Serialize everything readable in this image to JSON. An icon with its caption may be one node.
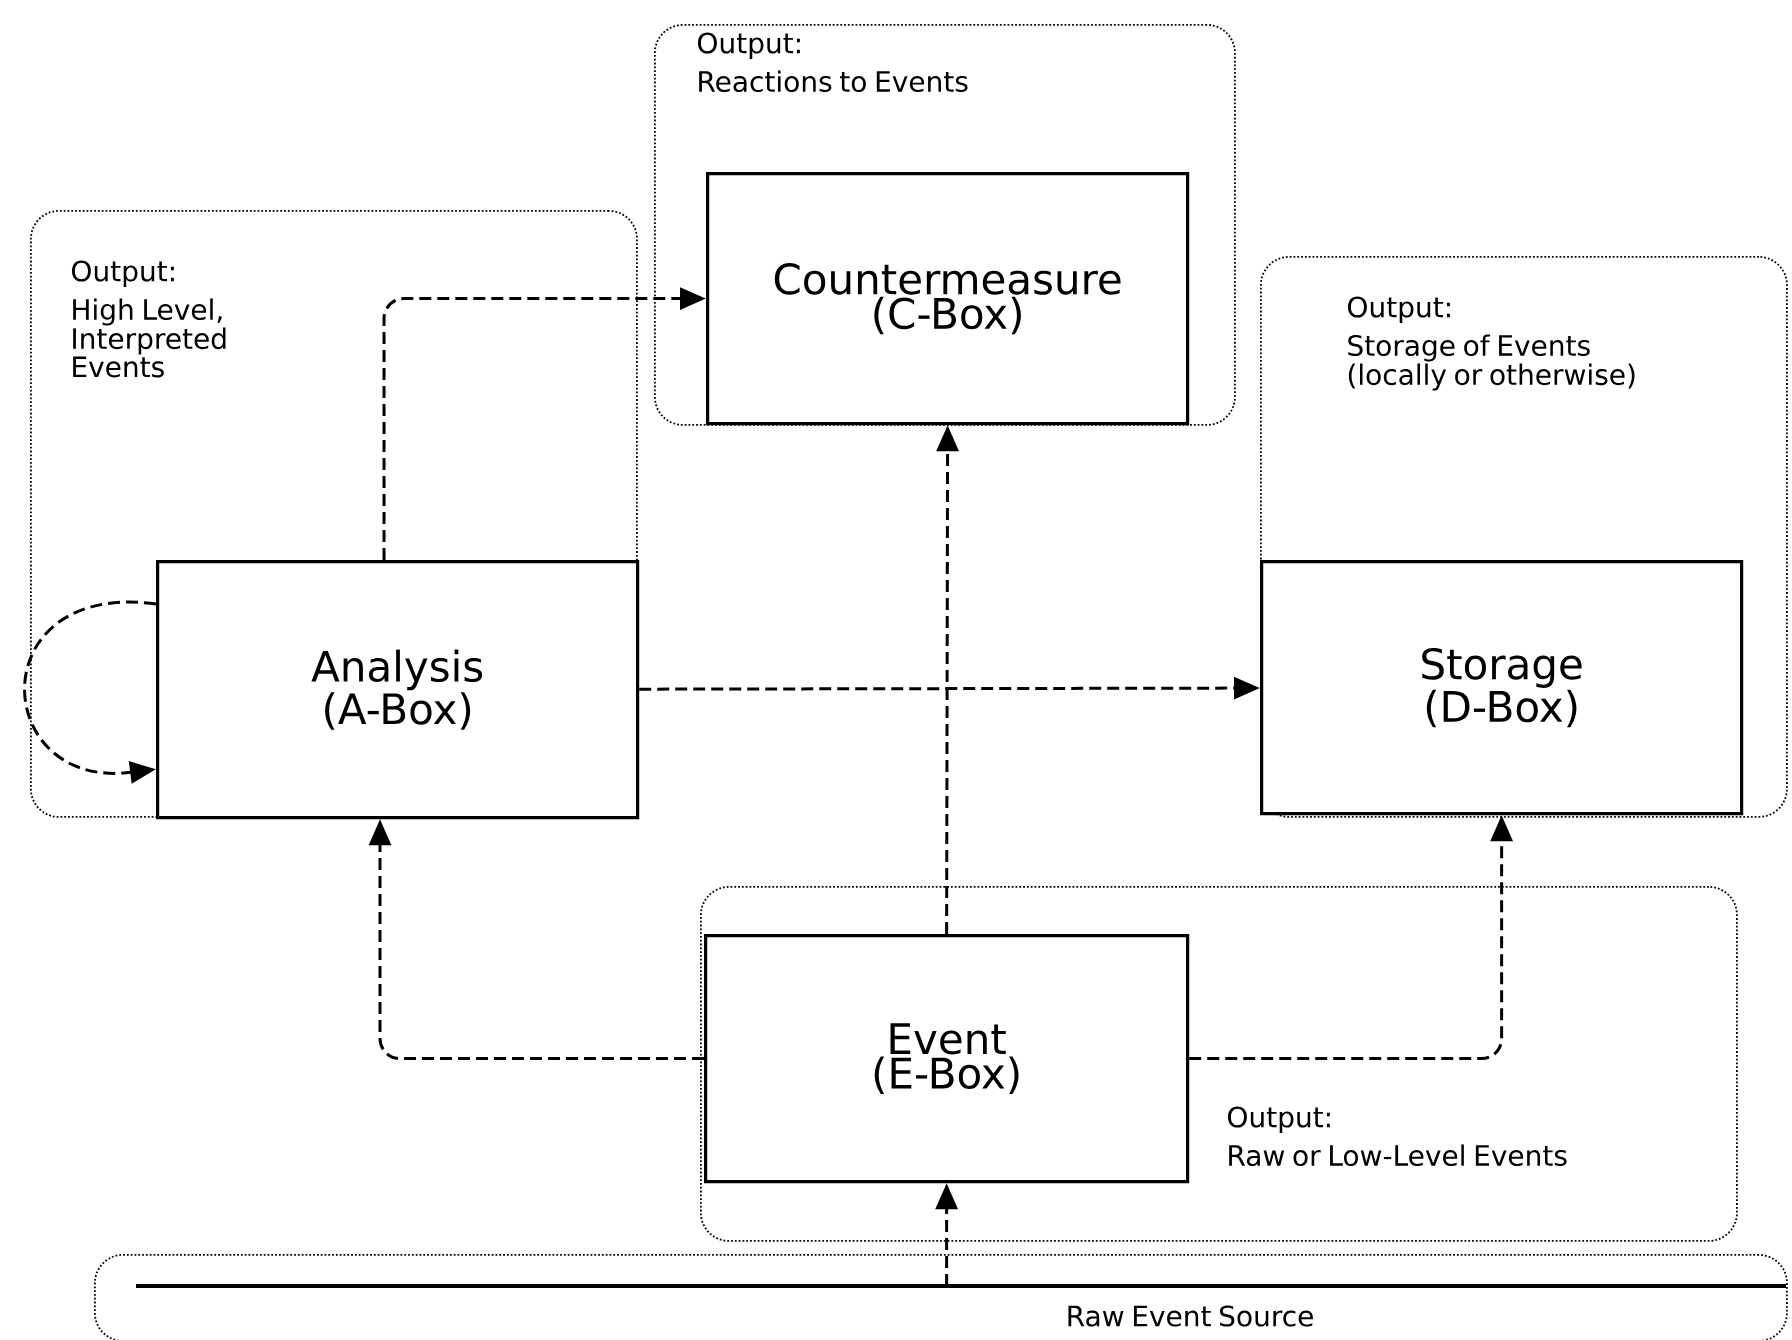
{
  "diagram": {
    "nodes": [
      {
        "text": [
          "Output:",
          "High Level, Interpreted Events"
        ]
      },
      {
        "text": [
          "Analysis (A-Box)"
        ],
        "in": 0
      },
      {
        "text": [
          "Output:",
          "Reactions to Events"
        ]
      },
      {
        "text": [
          "Countermeasure (C-Box)"
        ],
        "in": 2
      },
      {
        "text": [
          "Output:",
          "Storage of Events (locally or otherwise)"
        ]
      },
      {
        "text": [
          "Storage (D-Box)"
        ],
        "in": 4
      },
      {
        "text": [
          "Output:",
          "Raw or Low-Level Events"
        ]
      },
      {
        "text": [
          "Event (E-Box)"
        ],
        "in": 6
      },
      {
        "text": [
          "Raw Event Source"
        ]
      }
    ],
    "edges": [
      {
        "from": 1,
        "to": 3,
        "arrow": "to",
        "style": "dashed"
      },
      {
        "from": 1,
        "to": 1,
        "arrow": "to",
        "style": "dashed"
      },
      {
        "from": 1,
        "to": 5,
        "arrow": "to",
        "style": "dashed"
      },
      {
        "from": 7,
        "to": 1,
        "arrow": "to",
        "style": "dashed"
      },
      {
        "from": 7,
        "to": 3,
        "arrow": "to",
        "style": "dashed"
      },
      {
        "from": 7,
        "to": 5,
        "arrow": "to",
        "style": "dashed"
      },
      {
        "from": 8,
        "to": 7,
        "arrow": "to",
        "style": "dashed"
      }
    ]
  }
}
